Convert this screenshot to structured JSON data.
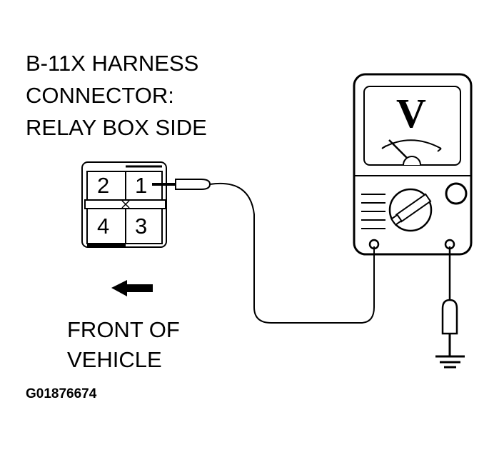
{
  "title": {
    "line1": "B-11X HARNESS",
    "line2": "CONNECTOR:",
    "line3": "RELAY BOX SIDE"
  },
  "connector": {
    "pins": [
      "2",
      "1",
      "4",
      "3"
    ],
    "probed_pin": "1"
  },
  "meter": {
    "mode_symbol": "V"
  },
  "direction": {
    "line1": "FRONT OF",
    "line2": "VEHICLE"
  },
  "figure_id": "G01876674",
  "colors": {
    "line": "#000000",
    "background": "#ffffff"
  }
}
